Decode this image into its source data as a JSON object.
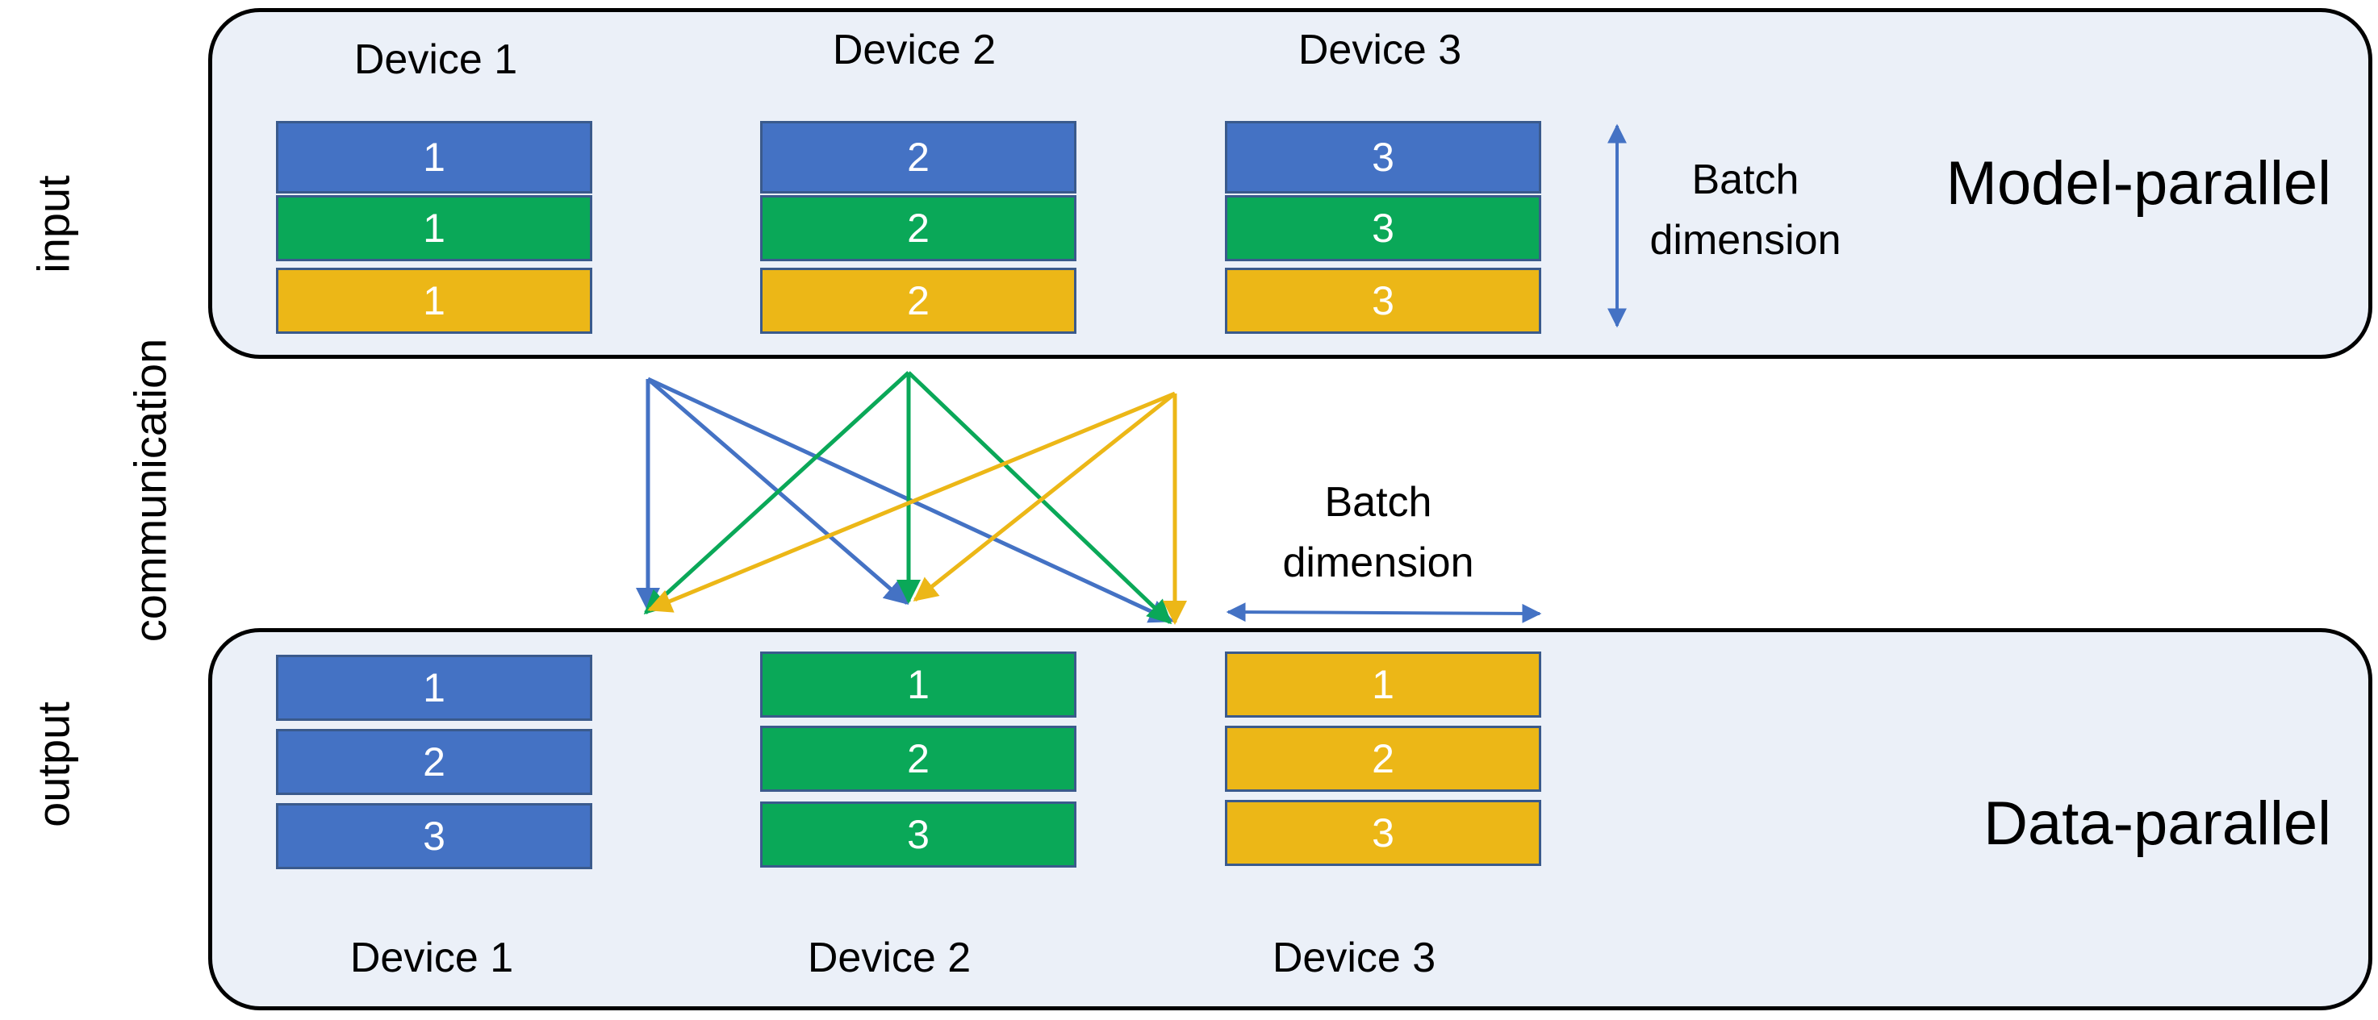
{
  "side_labels": {
    "input": "input",
    "communication": "communication",
    "output": "output"
  },
  "top_panel": {
    "mode": "Model-parallel",
    "devices": [
      "Device 1",
      "Device 2",
      "Device 3"
    ],
    "blocks": [
      [
        "1",
        "1",
        "1"
      ],
      [
        "2",
        "2",
        "2"
      ],
      [
        "3",
        "3",
        "3"
      ]
    ],
    "batch_label_line1": "Batch",
    "batch_label_line2": "dimension"
  },
  "bottom_panel": {
    "mode": "Data-parallel",
    "devices": [
      "Device 1",
      "Device 2",
      "Device 3"
    ],
    "blocks": [
      [
        "1",
        "2",
        "3"
      ],
      [
        "1",
        "2",
        "3"
      ],
      [
        "1",
        "2",
        "3"
      ]
    ],
    "batch_label_line1": "Batch",
    "batch_label_line2": "dimension"
  },
  "colors": {
    "blue": "#4472c4",
    "green": "#0aa858",
    "yellow": "#ecb717",
    "panel_bg": "#ebf0f8"
  }
}
